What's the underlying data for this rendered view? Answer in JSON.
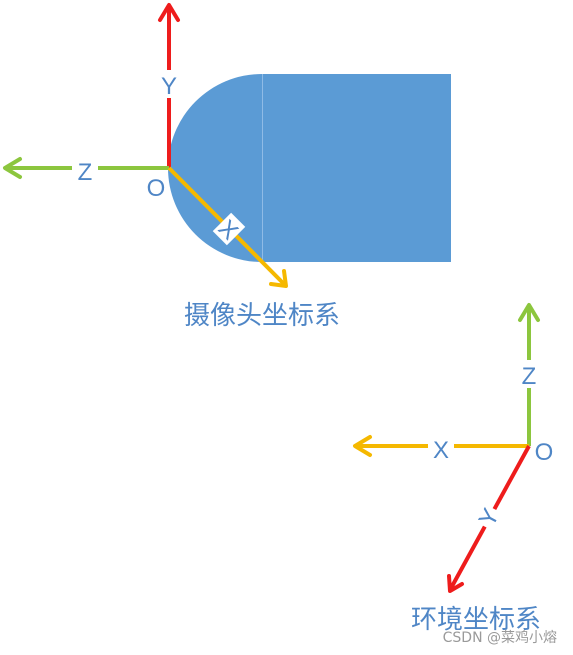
{
  "colors": {
    "camera_body": "#5b9bd5",
    "axis_red": "#ee1c1c",
    "axis_green": "#8cc63e",
    "axis_yellow": "#f5b800",
    "label_blue": "#4f86c6"
  },
  "camera_frame": {
    "y_label": "Y",
    "z_label": "Z",
    "x_label": "X",
    "origin_label": "O",
    "caption": "摄像头坐标系"
  },
  "world_frame": {
    "z_label": "Z",
    "x_label": "X",
    "y_label": "Y",
    "origin_label": "O",
    "caption": "环境坐标系"
  },
  "watermark": "CSDN @菜鸡小熔"
}
